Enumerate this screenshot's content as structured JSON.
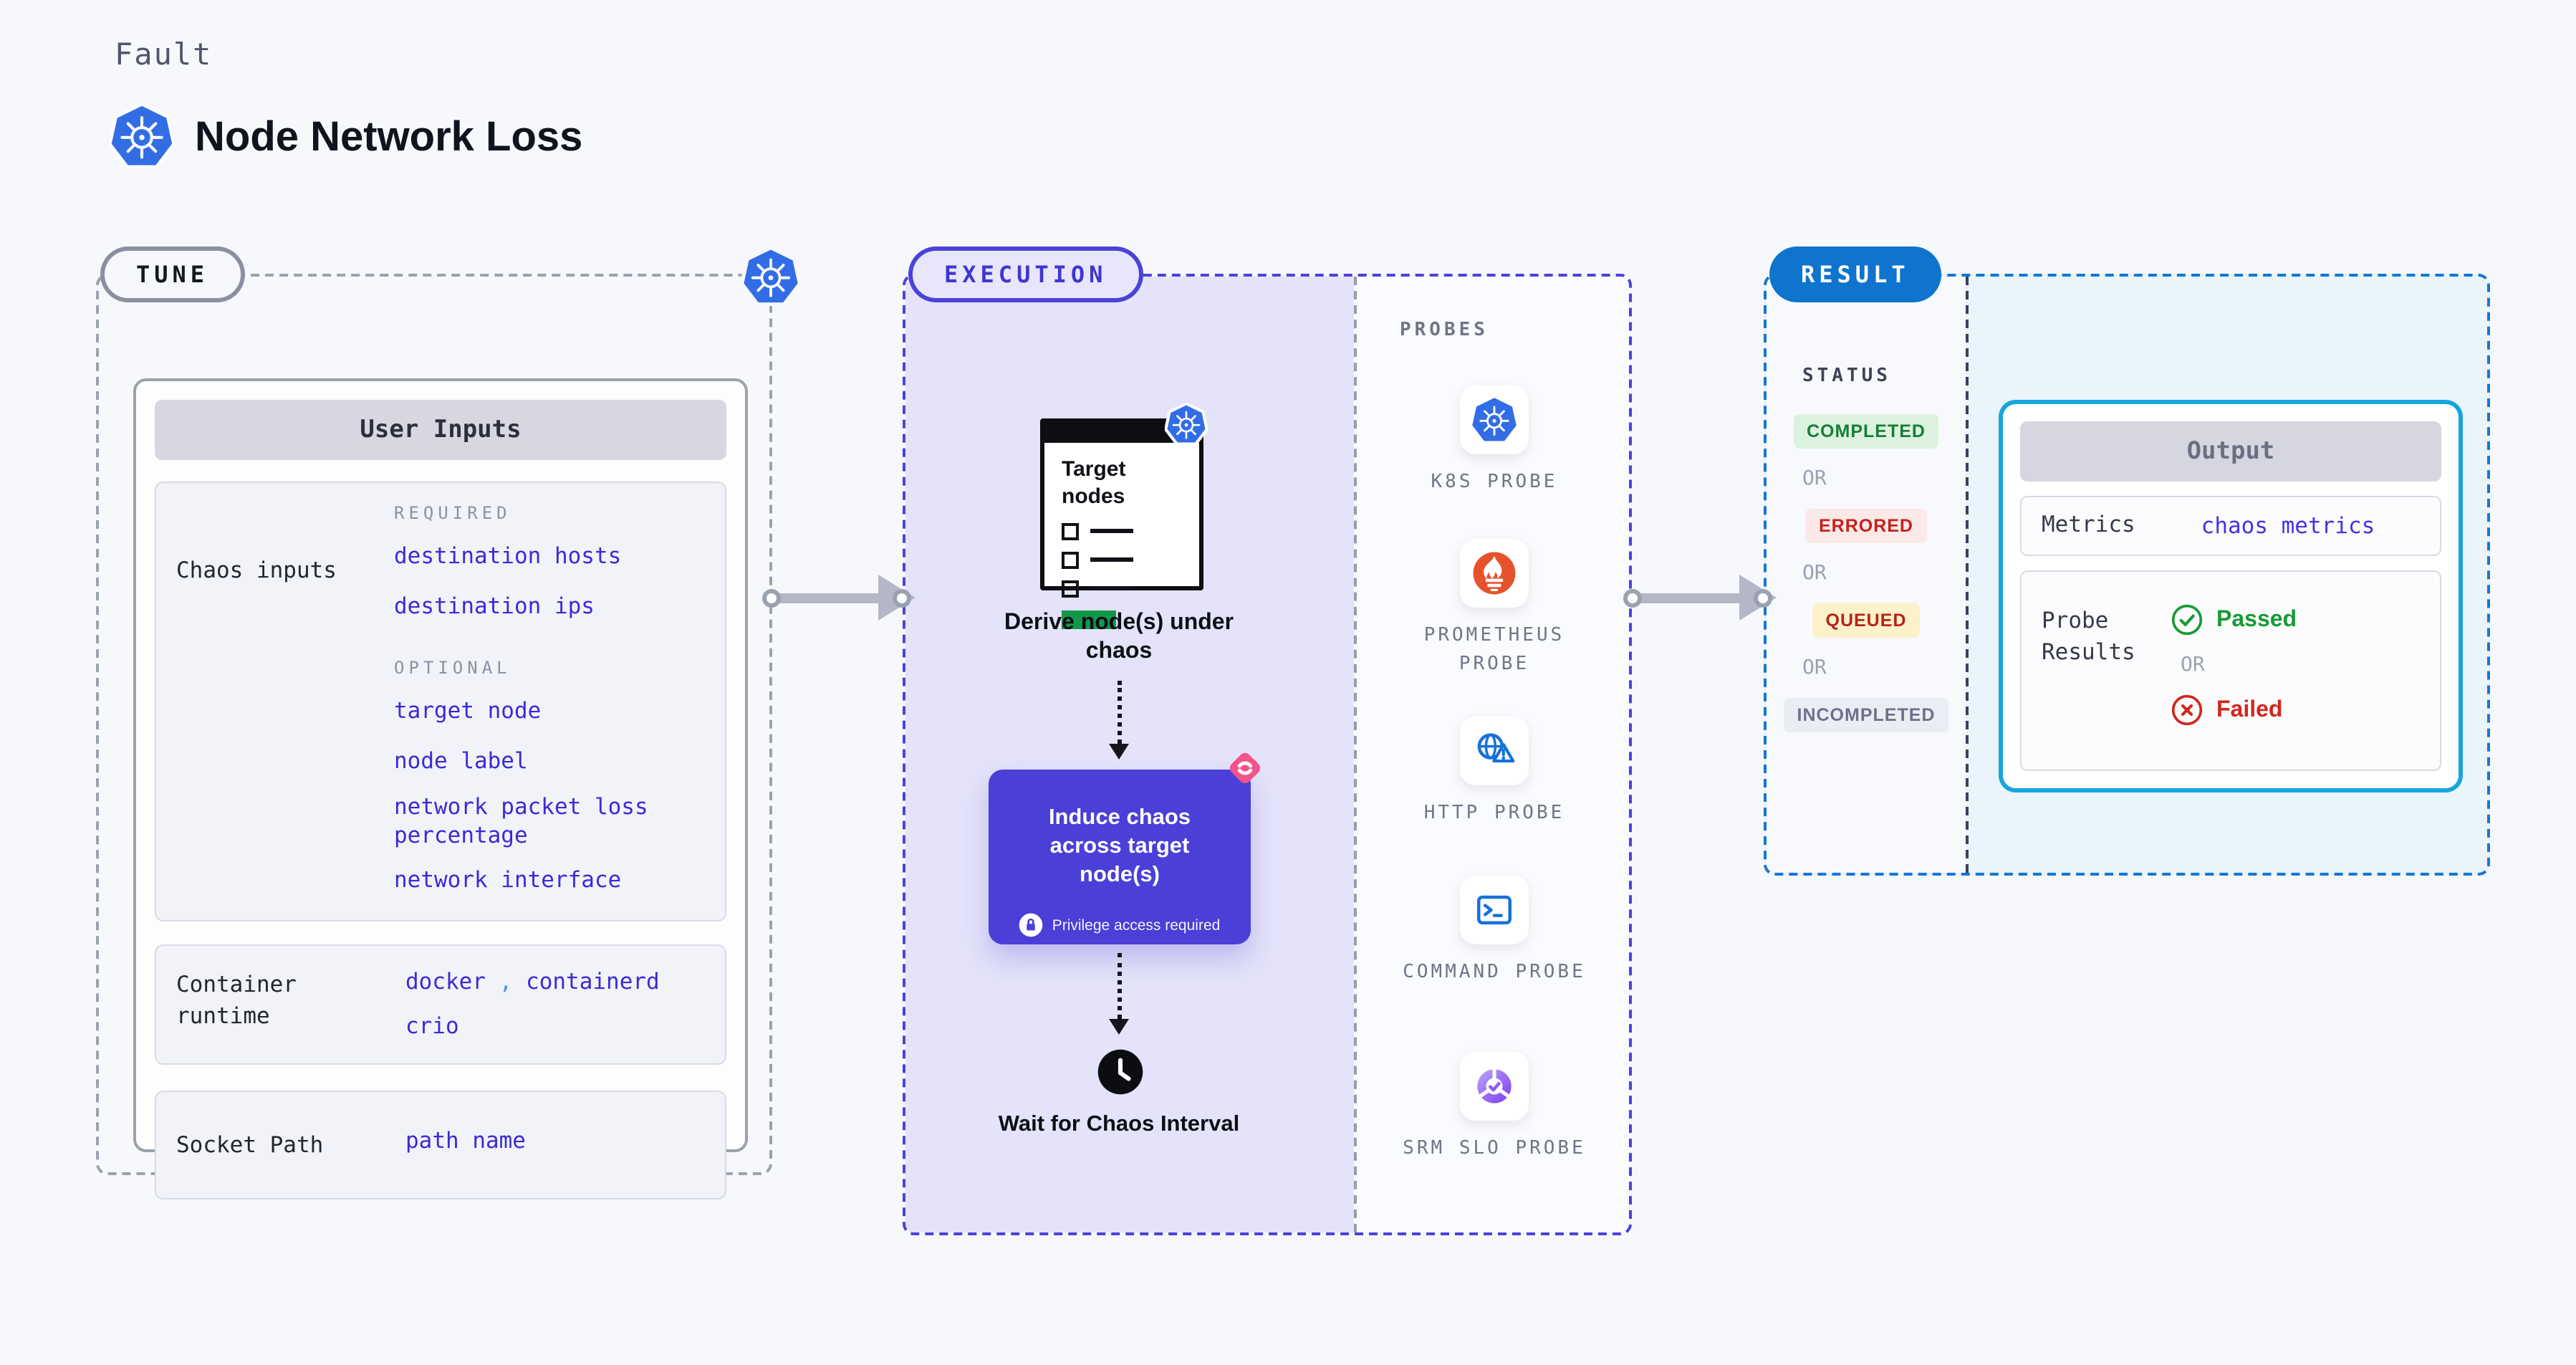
{
  "header": {
    "eyebrow": "Fault",
    "title": "Node Network Loss",
    "logo_icon": "kubernetes-icon"
  },
  "tune": {
    "badge": "TUNE",
    "corner_icon": "kubernetes-icon",
    "user_inputs": {
      "header": "User Inputs",
      "chaos_row": {
        "label": "Chaos inputs",
        "required_heading": "REQUIRED",
        "required_links": [
          "destination hosts",
          "destination ips"
        ],
        "optional_heading": "OPTIONAL",
        "optional_links": [
          "target node",
          "node label",
          "network packet loss percentage",
          "network interface"
        ]
      },
      "runtime_row": {
        "label": "Container runtime",
        "values": [
          "docker",
          "containerd",
          "crio"
        ],
        "separator": ","
      },
      "socket_row": {
        "label": "Socket Path",
        "value": "path name"
      }
    }
  },
  "execution": {
    "badge": "EXECUTION",
    "target_card": {
      "title": "Target nodes",
      "corner_icon": "kubernetes-icon"
    },
    "derive_label": "Derive node(s) under chaos",
    "induce_label": "Induce chaos across target node(s)",
    "privilege_icon": "lock-icon",
    "privilege_note": "Privilege access required",
    "chaos_icon": "litmus-chaos-icon",
    "wait_icon": "clock-icon",
    "wait_label": "Wait for Chaos Interval"
  },
  "probes": {
    "heading": "PROBES",
    "items": [
      {
        "icon": "kubernetes-icon",
        "label": "K8S PROBE"
      },
      {
        "icon": "prometheus-icon",
        "label": "PROMETHEUS PROBE"
      },
      {
        "icon": "http-globe-warning-icon",
        "label": "HTTP PROBE"
      },
      {
        "icon": "terminal-icon",
        "label": "COMMAND PROBE"
      },
      {
        "icon": "slo-donut-check-icon",
        "label": "SRM SLO PROBE"
      }
    ]
  },
  "result": {
    "badge": "RESULT",
    "status_heading": "STATUS",
    "or_label": "OR",
    "statuses": [
      {
        "label": "COMPLETED",
        "bg": "#ddf2de",
        "color": "#187d37"
      },
      {
        "label": "ERRORED",
        "bg": "#fbe9e8",
        "color": "#c5211b"
      },
      {
        "label": "QUEUED",
        "bg": "#fcf2c9",
        "color": "#b5231b"
      },
      {
        "label": "INCOMPLETED",
        "bg": "#ebedf4",
        "color": "#6d7289"
      }
    ],
    "output": {
      "header": "Output",
      "metrics_label": "Metrics",
      "metrics_link": "chaos metrics",
      "probe_results_label": "Probe Results",
      "passed_icon": "check-circle-icon",
      "passed_label": "Passed",
      "or_label": "OR",
      "failed_icon": "x-circle-icon",
      "failed_label": "Failed"
    }
  },
  "colors": {
    "page_background": "#f7f8fb",
    "kubernetes_blue": "#326de6",
    "indigo_accent": "#4a43d8",
    "link_indigo": "#3a2bd4",
    "comma_blue": "#4f8ef5",
    "result_blue": "#0e74cd",
    "output_border_cyan": "#16a5de",
    "arrow_gray": "#b6b7c6",
    "prometheus_orange": "#e6522c",
    "probe_icon_blue": "#1672d9",
    "srm_purple": "#7c3bed",
    "litmus_pink": "#f2548c",
    "passed_green": "#189a35",
    "failed_red": "#d2261c",
    "target_green": "#13984b"
  }
}
